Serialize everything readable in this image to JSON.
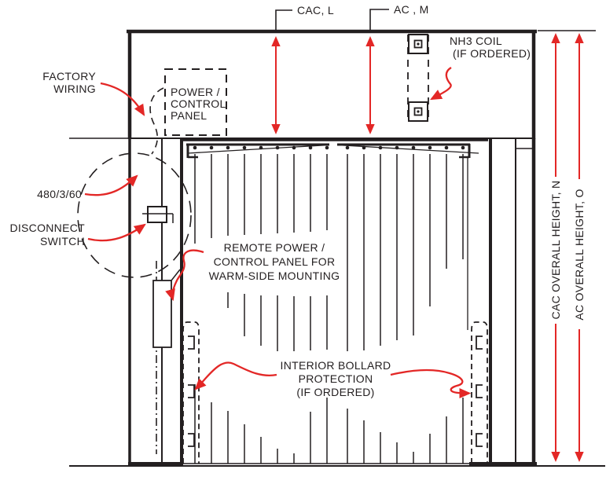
{
  "colors": {
    "line": "#231f20",
    "accent_red": "#e32726",
    "background": "#ffffff"
  },
  "labels": {
    "cac_l": "CAC, L",
    "ac_m": "AC , M",
    "nh3_coil_1": "NH3 COIL",
    "nh3_coil_2": "(IF ORDERED)",
    "factory_wiring_1": "FACTORY",
    "factory_wiring_2": "WIRING",
    "power_panel_1": "POWER /",
    "power_panel_2": "CONTROL",
    "power_panel_3": "PANEL",
    "voltage": "480/3/60",
    "disconnect_1": "DISCONNECT",
    "disconnect_2": "SWITCH",
    "remote_panel_1": "REMOTE POWER /",
    "remote_panel_2": "CONTROL PANEL FOR",
    "remote_panel_3": "WARM-SIDE MOUNTING",
    "bollard_1": "INTERIOR BOLLARD",
    "bollard_2": "PROTECTION",
    "bollard_3": "(IF ORDERED)",
    "cac_overall_height": "CAC OVERALL HEIGHT, N",
    "ac_overall_height": "AC OVERALL HEIGHT, O"
  }
}
